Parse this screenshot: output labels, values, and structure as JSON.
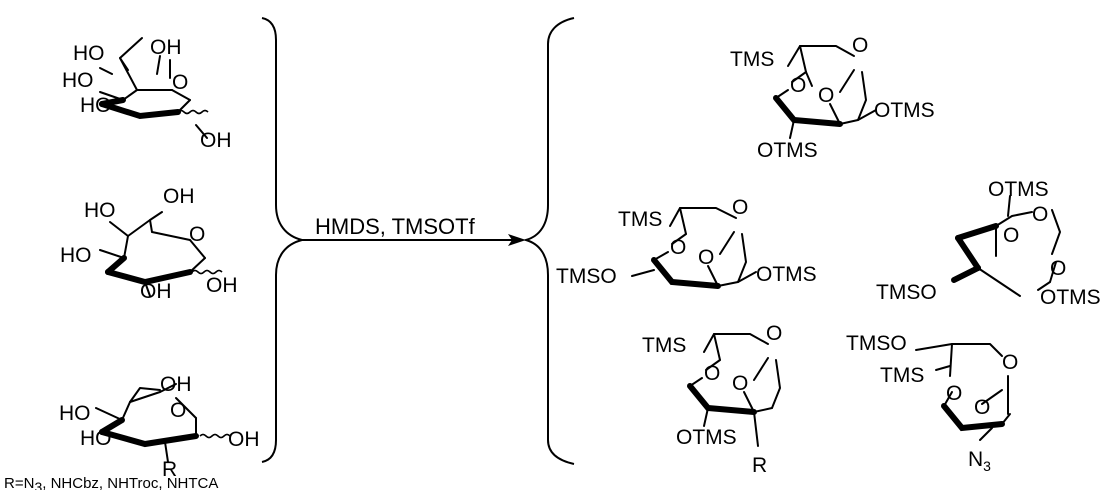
{
  "reaction": {
    "conditions": "HMDS, TMSOTf",
    "r_group_note": {
      "prefix": "R=N",
      "subscript": "3",
      "suffix": ", NHCbz, NHTroc, NHTCA"
    }
  },
  "starting_materials": [
    {
      "sugar": "mannose",
      "labels": [
        "HO",
        "OH",
        "HO",
        "O",
        "HO",
        "OH"
      ]
    },
    {
      "sugar": "galactose",
      "labels": [
        "HO",
        "OH",
        "O",
        "HO",
        "OH",
        "OH"
      ]
    },
    {
      "sugar": "2-substituted glucose",
      "labels": [
        "OH",
        "O",
        "HO",
        "HO",
        "R",
        "OH"
      ]
    }
  ],
  "products": [
    {
      "labels": [
        "TMS",
        "O",
        "O",
        "O",
        "OTMS",
        "OTMS"
      ]
    },
    {
      "labels": [
        "TMS",
        "O",
        "O",
        "O",
        "TMSO",
        "OTMS"
      ]
    },
    {
      "labels": [
        "OTMS",
        "O",
        "O",
        "O",
        "TMSO",
        "OTMS"
      ]
    },
    {
      "labels": [
        "TMS",
        "O",
        "O",
        "O",
        "OTMS",
        "R"
      ]
    },
    {
      "labels": [
        "TMSO",
        "TMS",
        "O",
        "O",
        "O",
        "N"
      ],
      "n3_subscript": "3"
    }
  ]
}
